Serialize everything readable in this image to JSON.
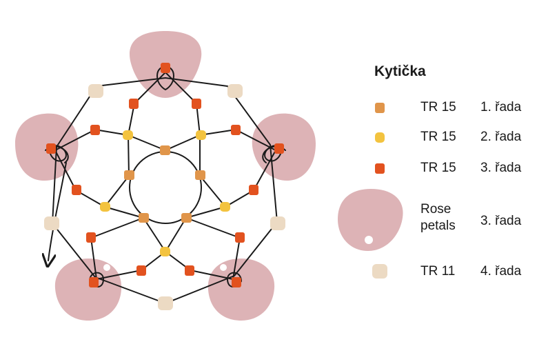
{
  "legend": {
    "title": "Kytička",
    "items": [
      {
        "label": "TR 15",
        "row": "1. řada",
        "kind": "bead",
        "color": "#e0954a"
      },
      {
        "label": "TR 15",
        "row": "2. řada",
        "kind": "bead",
        "color": "#f3c33f"
      },
      {
        "label": "TR 15",
        "row": "3. řada",
        "kind": "bead",
        "color": "#e2521f"
      },
      {
        "label": "Rose petals",
        "label_line1": "Rose",
        "label_line2": "petals",
        "row": "3. řada",
        "kind": "petal",
        "color": "#ddb3b6"
      },
      {
        "label": "TR 11",
        "row": "4. řada",
        "kind": "bead",
        "color": "#ecdac3"
      }
    ]
  },
  "colors": {
    "thread": "#1a1a1a",
    "petal": "#ddb3b6",
    "row1": "#e0954a",
    "row2": "#f3c33f",
    "row3": "#e2521f",
    "row4": "#ecdac3"
  }
}
